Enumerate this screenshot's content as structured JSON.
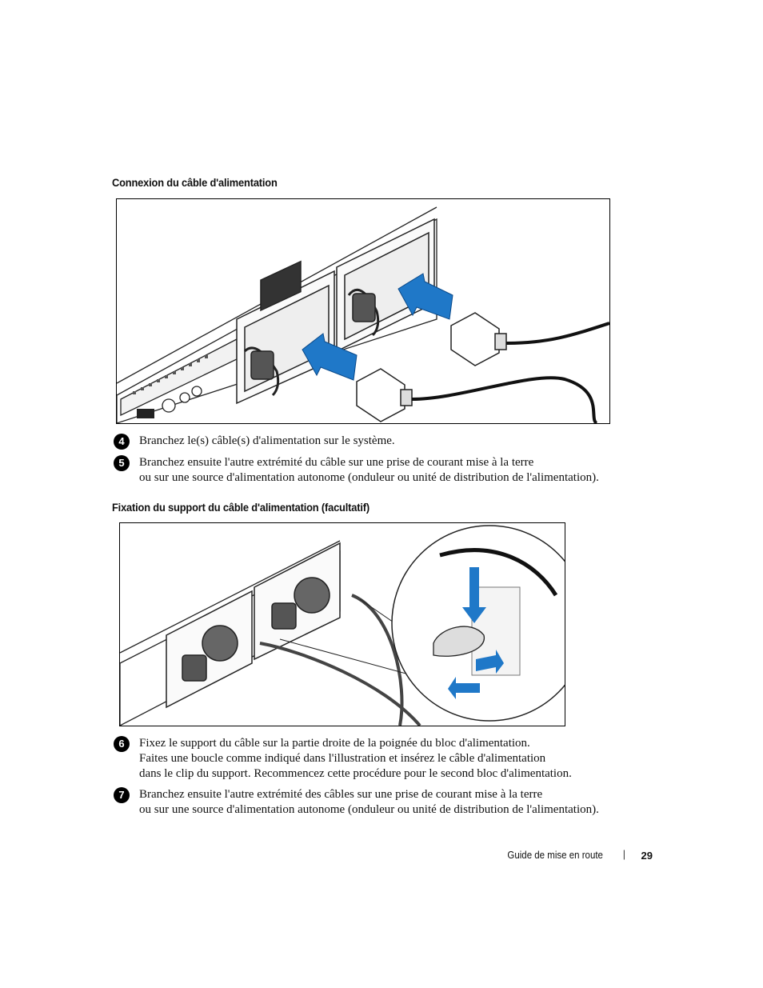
{
  "section1": {
    "heading": "Connexion du câble d'alimentation"
  },
  "steps1": [
    {
      "num": "4",
      "text": "Branchez le(s) câble(s) d'alimentation sur le système."
    },
    {
      "num": "5",
      "text": "Branchez ensuite l'autre extrémité du câble sur une prise de courant mise à la terre\nou sur une source d'alimentation autonome (onduleur ou unité de distribution de l'alimentation)."
    }
  ],
  "section2": {
    "heading": "Fixation du support du câble d'alimentation (facultatif)"
  },
  "steps2": [
    {
      "num": "6",
      "text": "Fixez le support du câble sur la partie droite de la poignée du bloc d'alimentation.\nFaites une boucle comme indiqué dans l'illustration et insérez le câble d'alimentation\ndans le clip du support. Recommencez cette procédure pour le second bloc d'alimentation."
    },
    {
      "num": "7",
      "text": "Branchez ensuite l'autre extrémité des câbles sur une prise de courant mise à la terre\nou sur une source d'alimentation autonome (onduleur ou unité de distribution de l'alimentation)."
    }
  ],
  "footer": {
    "guide_title": "Guide de mise en route",
    "separator": "|",
    "page_number": "29"
  },
  "colors": {
    "arrow_blue": "#1f78c8",
    "text": "#111111"
  }
}
